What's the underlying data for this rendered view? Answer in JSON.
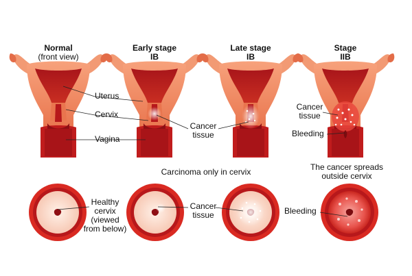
{
  "columns": [
    {
      "title": "Normal",
      "subtitle": "(front view)"
    },
    {
      "title": "Early stage",
      "subtitle": "IB"
    },
    {
      "title": "Late stage",
      "subtitle": "IB"
    },
    {
      "title": "Stage",
      "subtitle": "IIB"
    }
  ],
  "labels": {
    "uterus": "Uterus",
    "cervix": "Cervix",
    "vagina": "Vagina",
    "cancer_tissue_1": "Cancer",
    "cancer_tissue_2": "tissue",
    "stage_iib_cancer_1": "Cancer",
    "stage_iib_cancer_2": "tissue",
    "bleeding_top": "Bleeding",
    "carcinoma_caption": "Carcinoma only in cervix",
    "spreads_1": "The cancer spreads",
    "spreads_2": "outside cervix",
    "healthy_1": "Healthy",
    "healthy_2": "cervix",
    "healthy_3": "(viewed",
    "healthy_4": "from below)",
    "cancer_bottom_1": "Cancer",
    "cancer_bottom_2": "tissue",
    "bleeding_bottom": "Bleeding"
  },
  "colors": {
    "uterus_outer": "#f08a62",
    "uterus_inner": "#c8221e",
    "vagina": "#b3161a",
    "cervix_ring": "#d6221e",
    "cervix_face": "#fbdccc",
    "cancer_spots": "#ffffff"
  }
}
